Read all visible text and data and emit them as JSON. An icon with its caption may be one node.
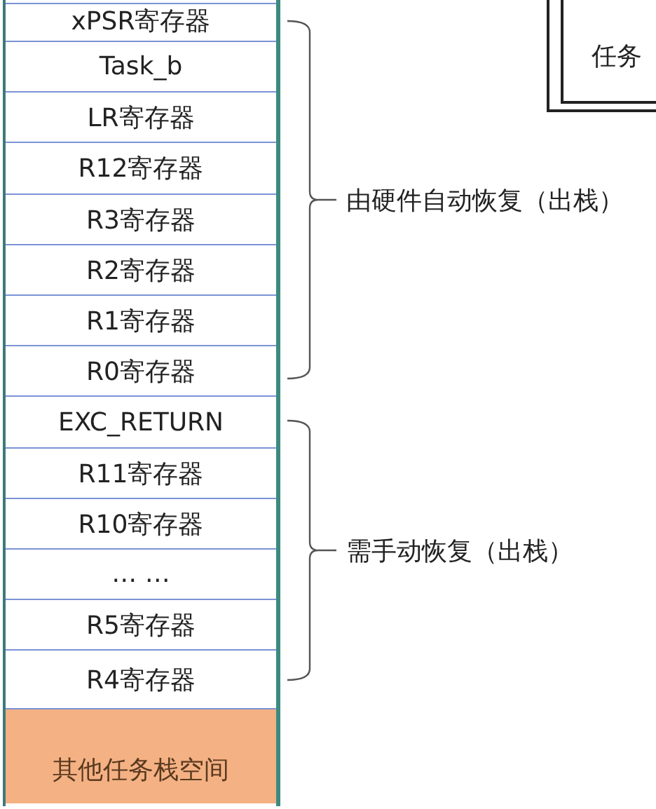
{
  "diagram": {
    "nodes": [
      {
        "text": [
          "任务"
        ]
      },
      {
        "text": [
          "xPSR寄存器"
        ]
      },
      {
        "text": [
          "Task_b"
        ]
      },
      {
        "text": [
          "LR寄存器"
        ]
      },
      {
        "text": [
          "R12寄存器"
        ]
      },
      {
        "text": [
          "R3寄存器"
        ]
      },
      {
        "text": [
          "R2寄存器"
        ]
      },
      {
        "text": [
          "R1寄存器"
        ]
      },
      {
        "text": [
          "R0寄存器"
        ]
      },
      {
        "text": [
          "EXC_RETURN"
        ]
      },
      {
        "text": [
          "R11寄存器"
        ]
      },
      {
        "text": [
          "R10寄存器"
        ]
      },
      {
        "text": [
          "… …"
        ]
      },
      {
        "text": [
          "R5寄存器"
        ]
      },
      {
        "text": [
          "R4寄存器"
        ]
      },
      {
        "text": [
          "其他任务栈空间"
        ]
      }
    ],
    "labels": [
      "由硬件自动恢复（出栈）",
      "需手动恢复（出栈）"
    ]
  }
}
